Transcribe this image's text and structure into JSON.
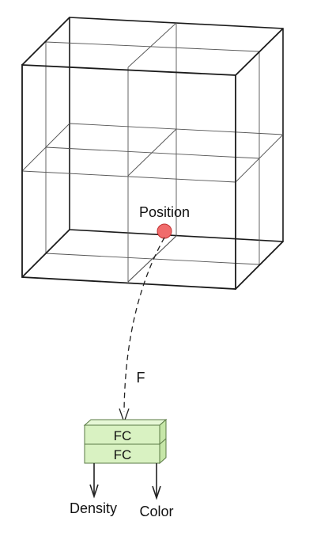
{
  "labels": {
    "position": "Position",
    "function": "F",
    "layer_top": "FC",
    "layer_bottom": "FC",
    "output_density": "Density",
    "output_color": "Color"
  },
  "colors": {
    "edge": "#1a1a1a",
    "inner_line": "#555555",
    "point_fill": "#f06b6b",
    "point_stroke": "#c03030",
    "fc_fill": "#d9f2c2",
    "fc_side": "#c6e6a8",
    "fc_stroke": "#5a7a45",
    "arrow": "#222222"
  }
}
